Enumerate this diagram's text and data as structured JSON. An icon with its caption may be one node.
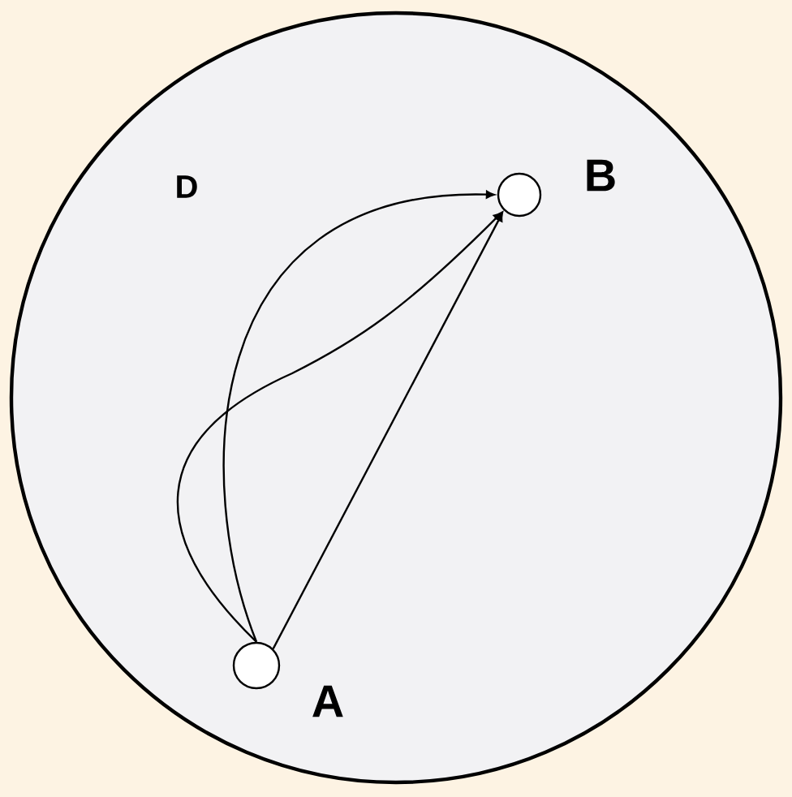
{
  "diagram": {
    "nodes": [
      {
        "text": [
          "D"
        ]
      },
      {
        "text": [],
        "shape": "circle",
        "beside": [
          "A"
        ],
        "in": 0
      },
      {
        "text": [],
        "shape": "circle",
        "beside": [
          "B"
        ],
        "in": 0
      }
    ],
    "edges": [
      {
        "from": 1,
        "to": 2,
        "arrow": "to"
      },
      {
        "from": 1,
        "to": 2,
        "arrow": "to"
      },
      {
        "from": 1,
        "to": 2,
        "arrow": "to"
      }
    ]
  }
}
